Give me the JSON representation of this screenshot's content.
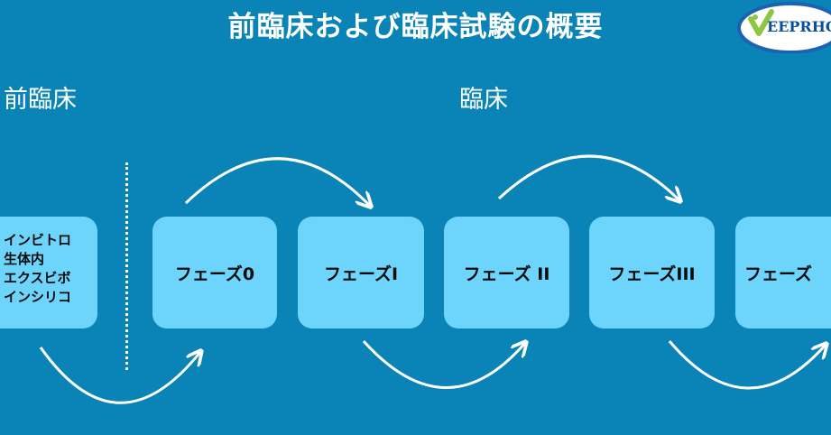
{
  "title": "前臨床および臨床試験の概要",
  "logo": {
    "text": "EEPRHO",
    "check_color": "#8dc63f",
    "circle_color": "#1b62b3"
  },
  "sections": {
    "preclinical": "前臨床",
    "clinical": "臨床"
  },
  "preclinical_box": {
    "lines": [
      "インビトロ",
      "生体内",
      "エクスビボ",
      "インシリコ"
    ]
  },
  "phases": [
    "フェーズ0",
    "フェーズI",
    "フェーズ II",
    "フェーズIII",
    "フェーズ"
  ],
  "colors": {
    "background": "#0a84b6",
    "box": "#6dd4fb",
    "arrow": "#ffffff",
    "text_dark": "#0c0c0c"
  }
}
